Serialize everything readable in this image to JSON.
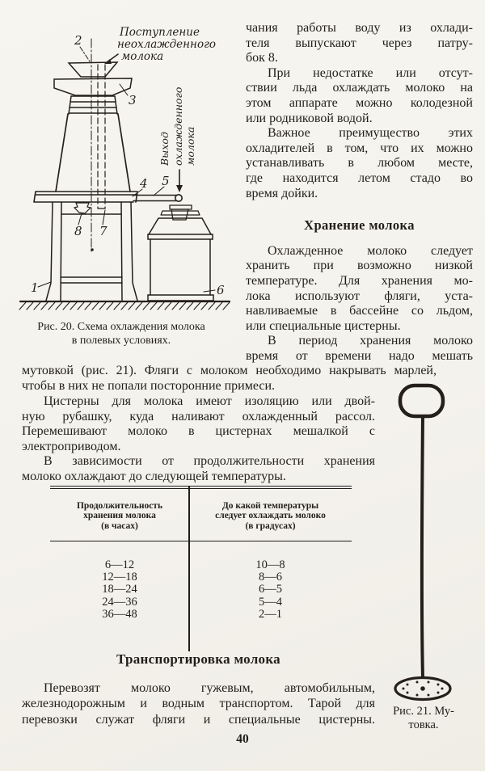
{
  "page": {
    "number": "40"
  },
  "colors": {
    "paper": "#f5f3ee",
    "ink": "#211e19"
  },
  "figure20": {
    "label_inlet": [
      "Поступление",
      "неохлажденного",
      "молока"
    ],
    "label_outlet": [
      "Выход",
      "охлажденного",
      "молока"
    ],
    "numbers": {
      "n1": "1",
      "n2": "2",
      "n3": "3",
      "n4": "4",
      "n5": "5",
      "n6": "6",
      "n7": "7",
      "n8": "8"
    },
    "caption": [
      "Рис. 20. Схема охлаждения молока",
      "в полевых условиях."
    ]
  },
  "figure21": {
    "caption": [
      "Рис. 21. Му-",
      "товка."
    ]
  },
  "text": {
    "p1": [
      "чания работы воду из охлади-",
      "теля выпускают через патру-",
      "бок 8."
    ],
    "p2": [
      "При недостатке или отсут-",
      "ствии льда охлаждать молоко на",
      "этом аппарате можно колодезной",
      "или родниковой водой."
    ],
    "p3": [
      "Важное преимущество этих",
      "охладителей в том, что их можно",
      "устанавливать в любом месте,",
      "где находится летом стадо во",
      "время дойки."
    ],
    "h1": "Хранение молока",
    "p4": [
      "Охлажденное молоко следует",
      "хранить при возможно низкой",
      "температуре. Для хранения мо-",
      "лока используют фляги, уста-",
      "навливаемые в бассейне со льдом,",
      "или специальные цистерны."
    ],
    "p5": [
      "В период хранения молоко",
      "время от времени надо мешать"
    ],
    "p6": [
      "мутовкой (рис. 21). Фляги с молоком необходимо накрывать марлей,",
      "чтобы в них не попали посторонние примеси."
    ],
    "p7": [
      "Цистерны для молока имеют изоляцию или двой-",
      "ную рубашку, куда наливают охлажденный рассол.",
      "Перемешивают молоко в цистернах мешалкой с",
      "электроприводом."
    ],
    "p8": [
      "В зависимости от продолжительности хранения",
      "молоко охлаждают до следующей температуры."
    ],
    "h2": "Транспортировка молока",
    "p9": [
      "Перевозят молоко гужевым, автомобильным,",
      "железнодорожным и водным транспортом. Тарой для",
      "перевозки служат фляги и специальные цистерны."
    ]
  },
  "table": {
    "col1_header": [
      "Продолжительность",
      "хранения молока",
      "(в часах)"
    ],
    "col2_header": [
      "До какой температуры",
      "следует охлаждать молоко",
      "(в градусах)"
    ],
    "rows": [
      [
        "6—12",
        "10—8"
      ],
      [
        "12—18",
        "8—6"
      ],
      [
        "18—24",
        "6—5"
      ],
      [
        "24—36",
        "5—4"
      ],
      [
        "36—48",
        "2—1"
      ]
    ]
  }
}
